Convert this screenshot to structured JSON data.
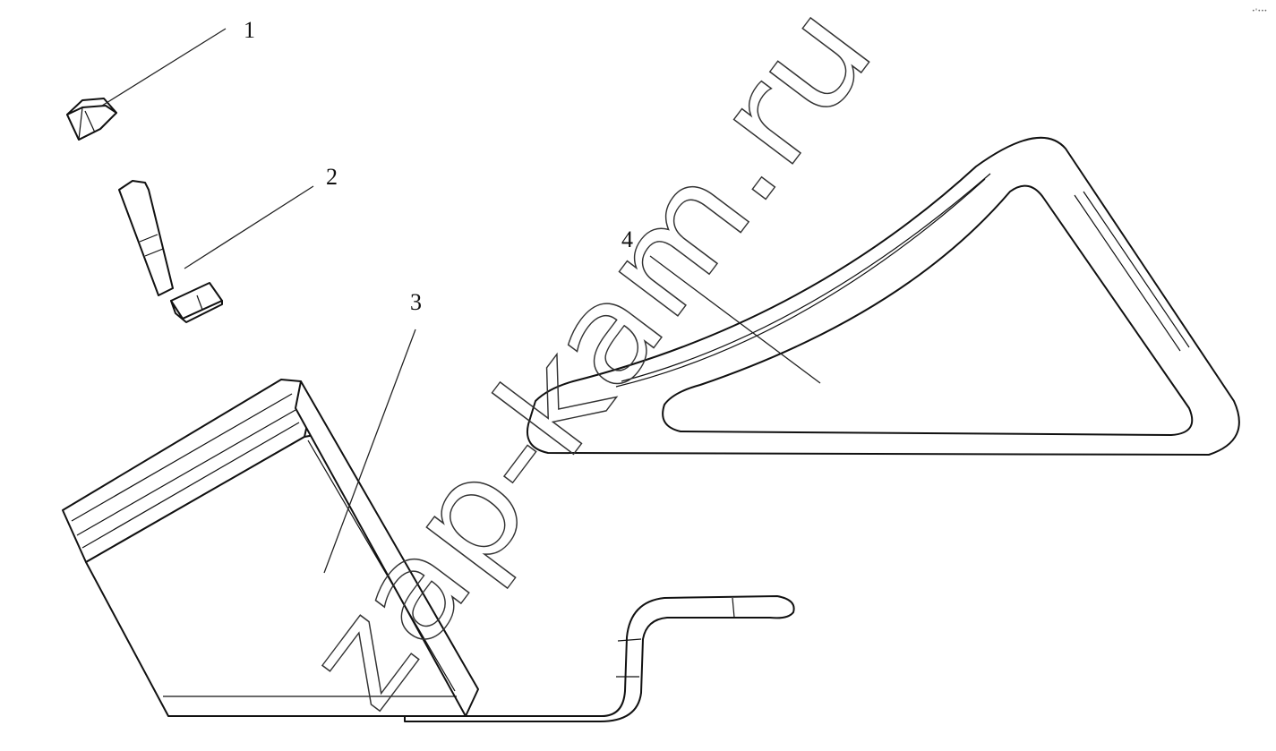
{
  "callouts": [
    {
      "id": "nut",
      "label": "1"
    },
    {
      "id": "bolt",
      "label": "2"
    },
    {
      "id": "bracket",
      "label": "3"
    },
    {
      "id": "gusset",
      "label": "4"
    }
  ],
  "watermark": "zap-kam.ru",
  "corner_mark": "•°•••"
}
